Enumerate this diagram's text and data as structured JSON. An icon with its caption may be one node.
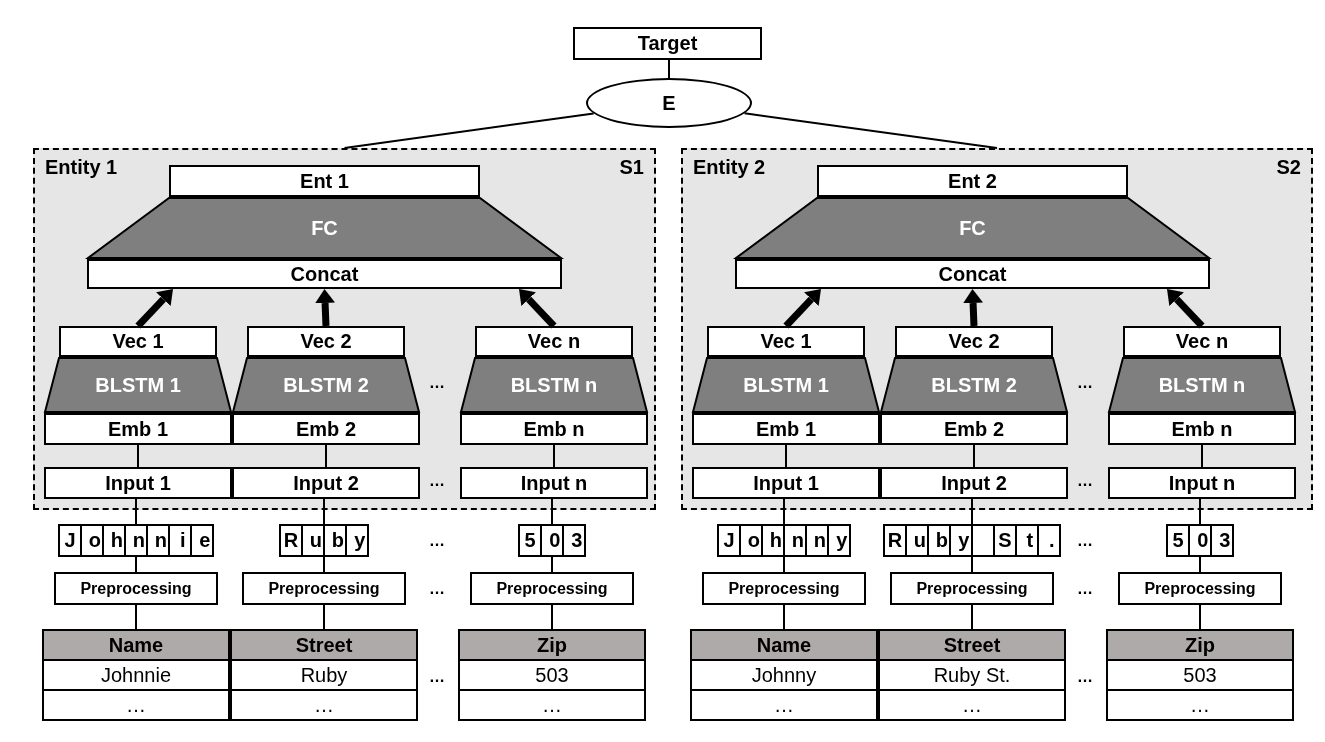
{
  "diagram": {
    "nodes": [
      {
        "text": [
          "Target"
        ]
      },
      {
        "text": [
          "E"
        ]
      },
      {
        "text": [
          "Entity 1",
          "S1"
        ]
      },
      {
        "text": [
          "Ent 1"
        ],
        "in": 2
      },
      {
        "text": [
          "FC"
        ],
        "in": 2
      },
      {
        "text": [
          "Concat"
        ],
        "in": 2
      },
      {
        "text": [
          "Vec 1"
        ],
        "in": 2
      },
      {
        "text": [
          "BLSTM 1"
        ],
        "in": 2
      },
      {
        "text": [
          "Emb 1"
        ],
        "in": 2
      },
      {
        "text": [
          "Input 1"
        ],
        "in": 2
      },
      {
        "text": [
          "Vec 2"
        ],
        "in": 2
      },
      {
        "text": [
          "BLSTM 2"
        ],
        "in": 2
      },
      {
        "text": [
          "Emb 2"
        ],
        "in": 2
      },
      {
        "text": [
          "Input 2"
        ],
        "in": 2
      },
      {
        "text": [
          "Vec n"
        ],
        "in": 2
      },
      {
        "text": [
          "BLSTM n"
        ],
        "in": 2
      },
      {
        "text": [
          "Emb n"
        ],
        "in": 2
      },
      {
        "text": [
          "Input n"
        ],
        "in": 2
      },
      {
        "text": [
          "J o h n n i e"
        ]
      },
      {
        "text": [
          "R u b y"
        ]
      },
      {
        "text": [
          "5 0 3"
        ]
      },
      {
        "text": [
          "Preprocessing"
        ]
      },
      {
        "text": [
          "Preprocessing"
        ]
      },
      {
        "text": [
          "Preprocessing"
        ]
      },
      {
        "text": [
          "Name",
          "Johnnie",
          "…"
        ]
      },
      {
        "text": [
          "Street",
          "Ruby",
          "…"
        ]
      },
      {
        "text": [
          "Zip",
          "503",
          "…"
        ]
      },
      {
        "text": [
          "Entity 2",
          "S2"
        ]
      },
      {
        "text": [
          "Ent 2"
        ],
        "in": 27
      },
      {
        "text": [
          "FC"
        ],
        "in": 27
      },
      {
        "text": [
          "Concat"
        ],
        "in": 27
      },
      {
        "text": [
          "Vec 1"
        ],
        "in": 27
      },
      {
        "text": [
          "BLSTM 1"
        ],
        "in": 27
      },
      {
        "text": [
          "Emb 1"
        ],
        "in": 27
      },
      {
        "text": [
          "Input 1"
        ],
        "in": 27
      },
      {
        "text": [
          "Vec 2"
        ],
        "in": 27
      },
      {
        "text": [
          "BLSTM 2"
        ],
        "in": 27
      },
      {
        "text": [
          "Emb 2"
        ],
        "in": 27
      },
      {
        "text": [
          "Input 2"
        ],
        "in": 27
      },
      {
        "text": [
          "Vec n"
        ],
        "in": 27
      },
      {
        "text": [
          "BLSTM n"
        ],
        "in": 27
      },
      {
        "text": [
          "Emb n"
        ],
        "in": 27
      },
      {
        "text": [
          "Input n"
        ],
        "in": 27
      },
      {
        "text": [
          "J o h n n y"
        ]
      },
      {
        "text": [
          "R u b y",
          "S t ."
        ]
      },
      {
        "text": [
          "5 0 3"
        ]
      },
      {
        "text": [
          "Preprocessing"
        ]
      },
      {
        "text": [
          "Preprocessing"
        ]
      },
      {
        "text": [
          "Preprocessing"
        ]
      },
      {
        "text": [
          "Name",
          "Johnny",
          "…"
        ]
      },
      {
        "text": [
          "Street",
          "Ruby St.",
          "…"
        ]
      },
      {
        "text": [
          "Zip",
          "503",
          "…"
        ]
      }
    ],
    "edges": [
      {
        "from": 0,
        "to": 1,
        "arrow": "none"
      },
      {
        "from": 1,
        "to": 2,
        "arrow": "none"
      },
      {
        "from": 1,
        "to": 27,
        "arrow": "none"
      },
      {
        "from": 6,
        "to": 5,
        "arrow": "to",
        "style": "thick"
      },
      {
        "from": 10,
        "to": 5,
        "arrow": "to",
        "style": "thick"
      },
      {
        "from": 14,
        "to": 5,
        "arrow": "to",
        "style": "thick"
      },
      {
        "from": 8,
        "to": 9,
        "arrow": "none"
      },
      {
        "from": 12,
        "to": 13,
        "arrow": "none"
      },
      {
        "from": 16,
        "to": 17,
        "arrow": "none"
      },
      {
        "from": 9,
        "to": 18,
        "arrow": "none"
      },
      {
        "from": 13,
        "to": 19,
        "arrow": "none"
      },
      {
        "from": 17,
        "to": 20,
        "arrow": "none"
      },
      {
        "from": 18,
        "to": 21,
        "arrow": "none"
      },
      {
        "from": 19,
        "to": 22,
        "arrow": "none"
      },
      {
        "from": 20,
        "to": 23,
        "arrow": "none"
      },
      {
        "from": 21,
        "to": 24,
        "arrow": "none"
      },
      {
        "from": 22,
        "to": 25,
        "arrow": "none"
      },
      {
        "from": 23,
        "to": 26,
        "arrow": "none"
      },
      {
        "from": 31,
        "to": 30,
        "arrow": "to",
        "style": "thick"
      },
      {
        "from": 35,
        "to": 30,
        "arrow": "to",
        "style": "thick"
      },
      {
        "from": 39,
        "to": 30,
        "arrow": "to",
        "style": "thick"
      },
      {
        "from": 33,
        "to": 34,
        "arrow": "none"
      },
      {
        "from": 37,
        "to": 38,
        "arrow": "none"
      },
      {
        "from": 41,
        "to": 42,
        "arrow": "none"
      },
      {
        "from": 34,
        "to": 43,
        "arrow": "none"
      },
      {
        "from": 38,
        "to": 44,
        "arrow": "none"
      },
      {
        "from": 42,
        "to": 45,
        "arrow": "none"
      },
      {
        "from": 43,
        "to": 46,
        "arrow": "none"
      },
      {
        "from": 44,
        "to": 47,
        "arrow": "none"
      },
      {
        "from": 45,
        "to": 48,
        "arrow": "none"
      },
      {
        "from": 46,
        "to": 49,
        "arrow": "none"
      },
      {
        "from": 47,
        "to": 50,
        "arrow": "none"
      },
      {
        "from": 48,
        "to": 51,
        "arrow": "none"
      }
    ],
    "labels": [
      "…",
      "…",
      "…",
      "…",
      "…",
      "…",
      "…",
      "…",
      "…",
      "…"
    ]
  }
}
